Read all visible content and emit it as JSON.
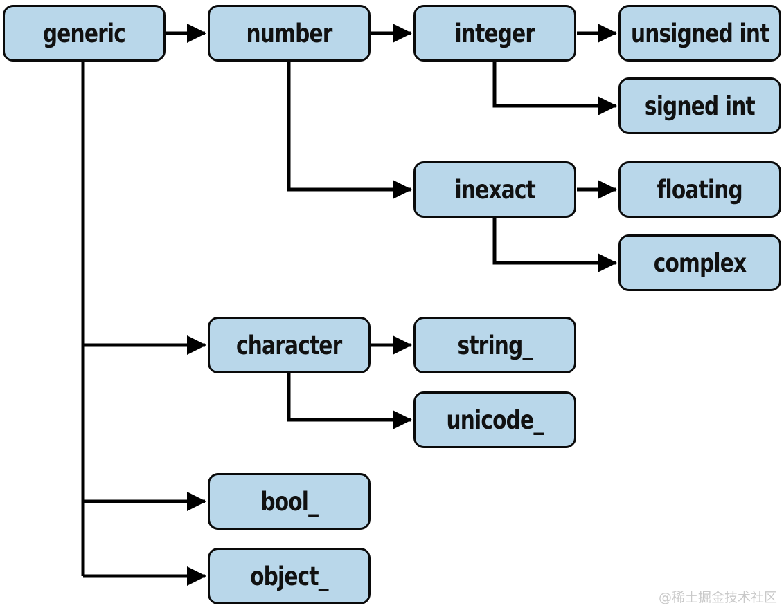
{
  "diagram": {
    "description": "NumPy scalar type hierarchy diagram",
    "type": "tree"
  },
  "nodes": {
    "generic": {
      "label": "generic"
    },
    "number": {
      "label": "number"
    },
    "integer": {
      "label": "integer"
    },
    "unsigned": {
      "label": "unsigned int"
    },
    "signed": {
      "label": "signed int"
    },
    "inexact": {
      "label": "inexact"
    },
    "floating": {
      "label": "floating"
    },
    "complex": {
      "label": "complex"
    },
    "character": {
      "label": "character"
    },
    "string": {
      "label": "string_"
    },
    "unicode": {
      "label": "unicode_"
    },
    "bool": {
      "label": "bool_"
    },
    "object": {
      "label": "object_"
    }
  },
  "edges": [
    {
      "from": "generic",
      "to": "number"
    },
    {
      "from": "number",
      "to": "integer"
    },
    {
      "from": "integer",
      "to": "unsigned int"
    },
    {
      "from": "integer",
      "to": "signed int"
    },
    {
      "from": "number",
      "to": "inexact"
    },
    {
      "from": "inexact",
      "to": "floating"
    },
    {
      "from": "inexact",
      "to": "complex"
    },
    {
      "from": "generic",
      "to": "character"
    },
    {
      "from": "character",
      "to": "string_"
    },
    {
      "from": "character",
      "to": "unicode_"
    },
    {
      "from": "generic",
      "to": "bool_"
    },
    {
      "from": "generic",
      "to": "object_"
    }
  ],
  "colors": {
    "node_fill": "#b9d7ea",
    "node_border": "#0a0a0a",
    "connector": "#000000",
    "background": "#ffffff",
    "watermark_text_color": "#c9c9c9"
  },
  "watermark": {
    "text": "@稀土掘金技术社区"
  }
}
